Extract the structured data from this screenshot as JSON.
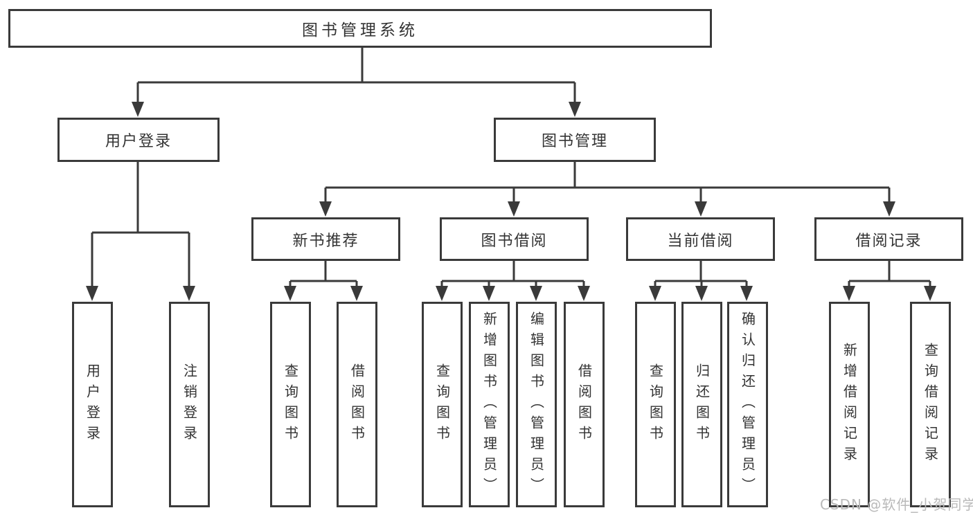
{
  "diagram": {
    "root": {
      "label": "图书管理系统"
    },
    "level2": [
      {
        "label": "用户登录"
      },
      {
        "label": "图书管理"
      }
    ],
    "level3": [
      {
        "label": "新书推荐"
      },
      {
        "label": "图书借阅"
      },
      {
        "label": "当前借阅"
      },
      {
        "label": "借阅记录"
      }
    ],
    "leaves": {
      "user_login": [
        {
          "label": "用户登录"
        },
        {
          "label": "注销登录"
        }
      ],
      "new_books": [
        {
          "label": "查询图书"
        },
        {
          "label": "借阅图书"
        }
      ],
      "book_borrow": [
        {
          "label": "查询图书"
        },
        {
          "label": "新增图书（管理员）"
        },
        {
          "label": "编辑图书（管理员）"
        },
        {
          "label": "借阅图书"
        }
      ],
      "current_borrow": [
        {
          "label": "查询图书"
        },
        {
          "label": "归还图书"
        },
        {
          "label": "确认归还（管理员）"
        }
      ],
      "borrow_records": [
        {
          "label": "新增借阅记录"
        },
        {
          "label": "查询借阅记录"
        }
      ]
    }
  },
  "watermark": {
    "text": "CSDN @软件_小贺同学"
  },
  "colors": {
    "line": "#3a3a3a",
    "text": "#333333",
    "watermark": "#b9b9b9",
    "background": "#ffffff"
  }
}
